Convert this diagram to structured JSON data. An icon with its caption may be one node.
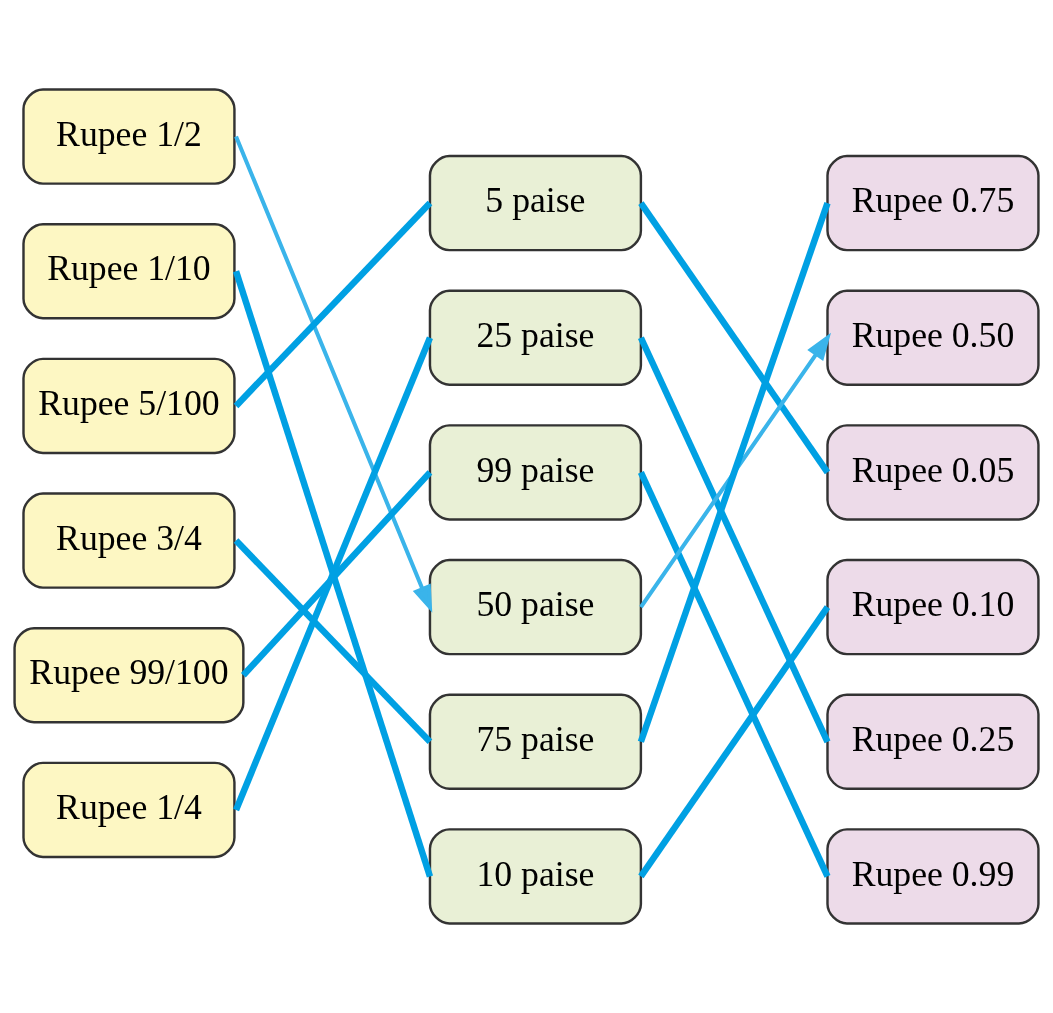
{
  "diagram": {
    "nodes": [
      {
        "text": [
          "Rupee 1/2"
        ]
      },
      {
        "text": [
          "Rupee 1/10"
        ]
      },
      {
        "text": [
          "Rupee 5/100"
        ]
      },
      {
        "text": [
          "Rupee 3/4"
        ]
      },
      {
        "text": [
          "Rupee 99/100"
        ]
      },
      {
        "text": [
          "Rupee 1/4"
        ]
      },
      {
        "text": [
          "5 paise"
        ]
      },
      {
        "text": [
          "25 paise"
        ]
      },
      {
        "text": [
          "99 paise"
        ]
      },
      {
        "text": [
          "50 paise"
        ]
      },
      {
        "text": [
          "75 paise"
        ]
      },
      {
        "text": [
          "10 paise"
        ]
      },
      {
        "text": [
          "Rupee 0.75"
        ]
      },
      {
        "text": [
          "Rupee 0.50"
        ]
      },
      {
        "text": [
          "Rupee 0.05"
        ]
      },
      {
        "text": [
          "Rupee 0.10"
        ]
      },
      {
        "text": [
          "Rupee 0.25"
        ]
      },
      {
        "text": [
          "Rupee 0.99"
        ]
      }
    ],
    "edges": [
      {
        "from": 0,
        "to": 9,
        "arrow": "to",
        "color": "#3ab4ea"
      },
      {
        "from": 1,
        "to": 11,
        "arrow": "none"
      },
      {
        "from": 2,
        "to": 6,
        "arrow": "none"
      },
      {
        "from": 3,
        "to": 10,
        "arrow": "none"
      },
      {
        "from": 4,
        "to": 8,
        "arrow": "none"
      },
      {
        "from": 5,
        "to": 7,
        "arrow": "none"
      },
      {
        "from": 6,
        "to": 14,
        "arrow": "none"
      },
      {
        "from": 7,
        "to": 16,
        "arrow": "none"
      },
      {
        "from": 8,
        "to": 17,
        "arrow": "none"
      },
      {
        "from": 9,
        "to": 13,
        "arrow": "to",
        "color": "#3ab4ea"
      },
      {
        "from": 10,
        "to": 12,
        "arrow": "none"
      },
      {
        "from": 11,
        "to": 15,
        "arrow": "none"
      }
    ]
  }
}
